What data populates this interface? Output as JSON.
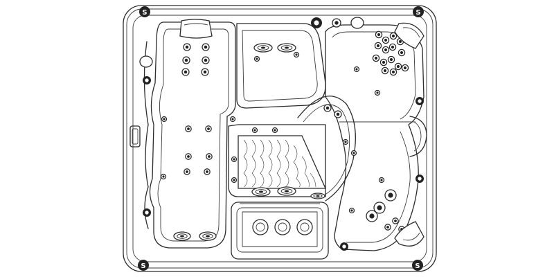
{
  "diagram": {
    "colors": {
      "line": "#2b2b2b",
      "jet": "#222222",
      "background": "#ffffff"
    },
    "corner_badge_label": "S",
    "corner_badges": [
      {
        "id": "top-left"
      },
      {
        "id": "top-right"
      },
      {
        "id": "bottom-left"
      },
      {
        "id": "bottom-right"
      }
    ],
    "icons": [
      "headrest-icon",
      "jet-icon",
      "control-knob-icon",
      "filter-icon",
      "waterfall-icon",
      "drain-icon"
    ]
  }
}
